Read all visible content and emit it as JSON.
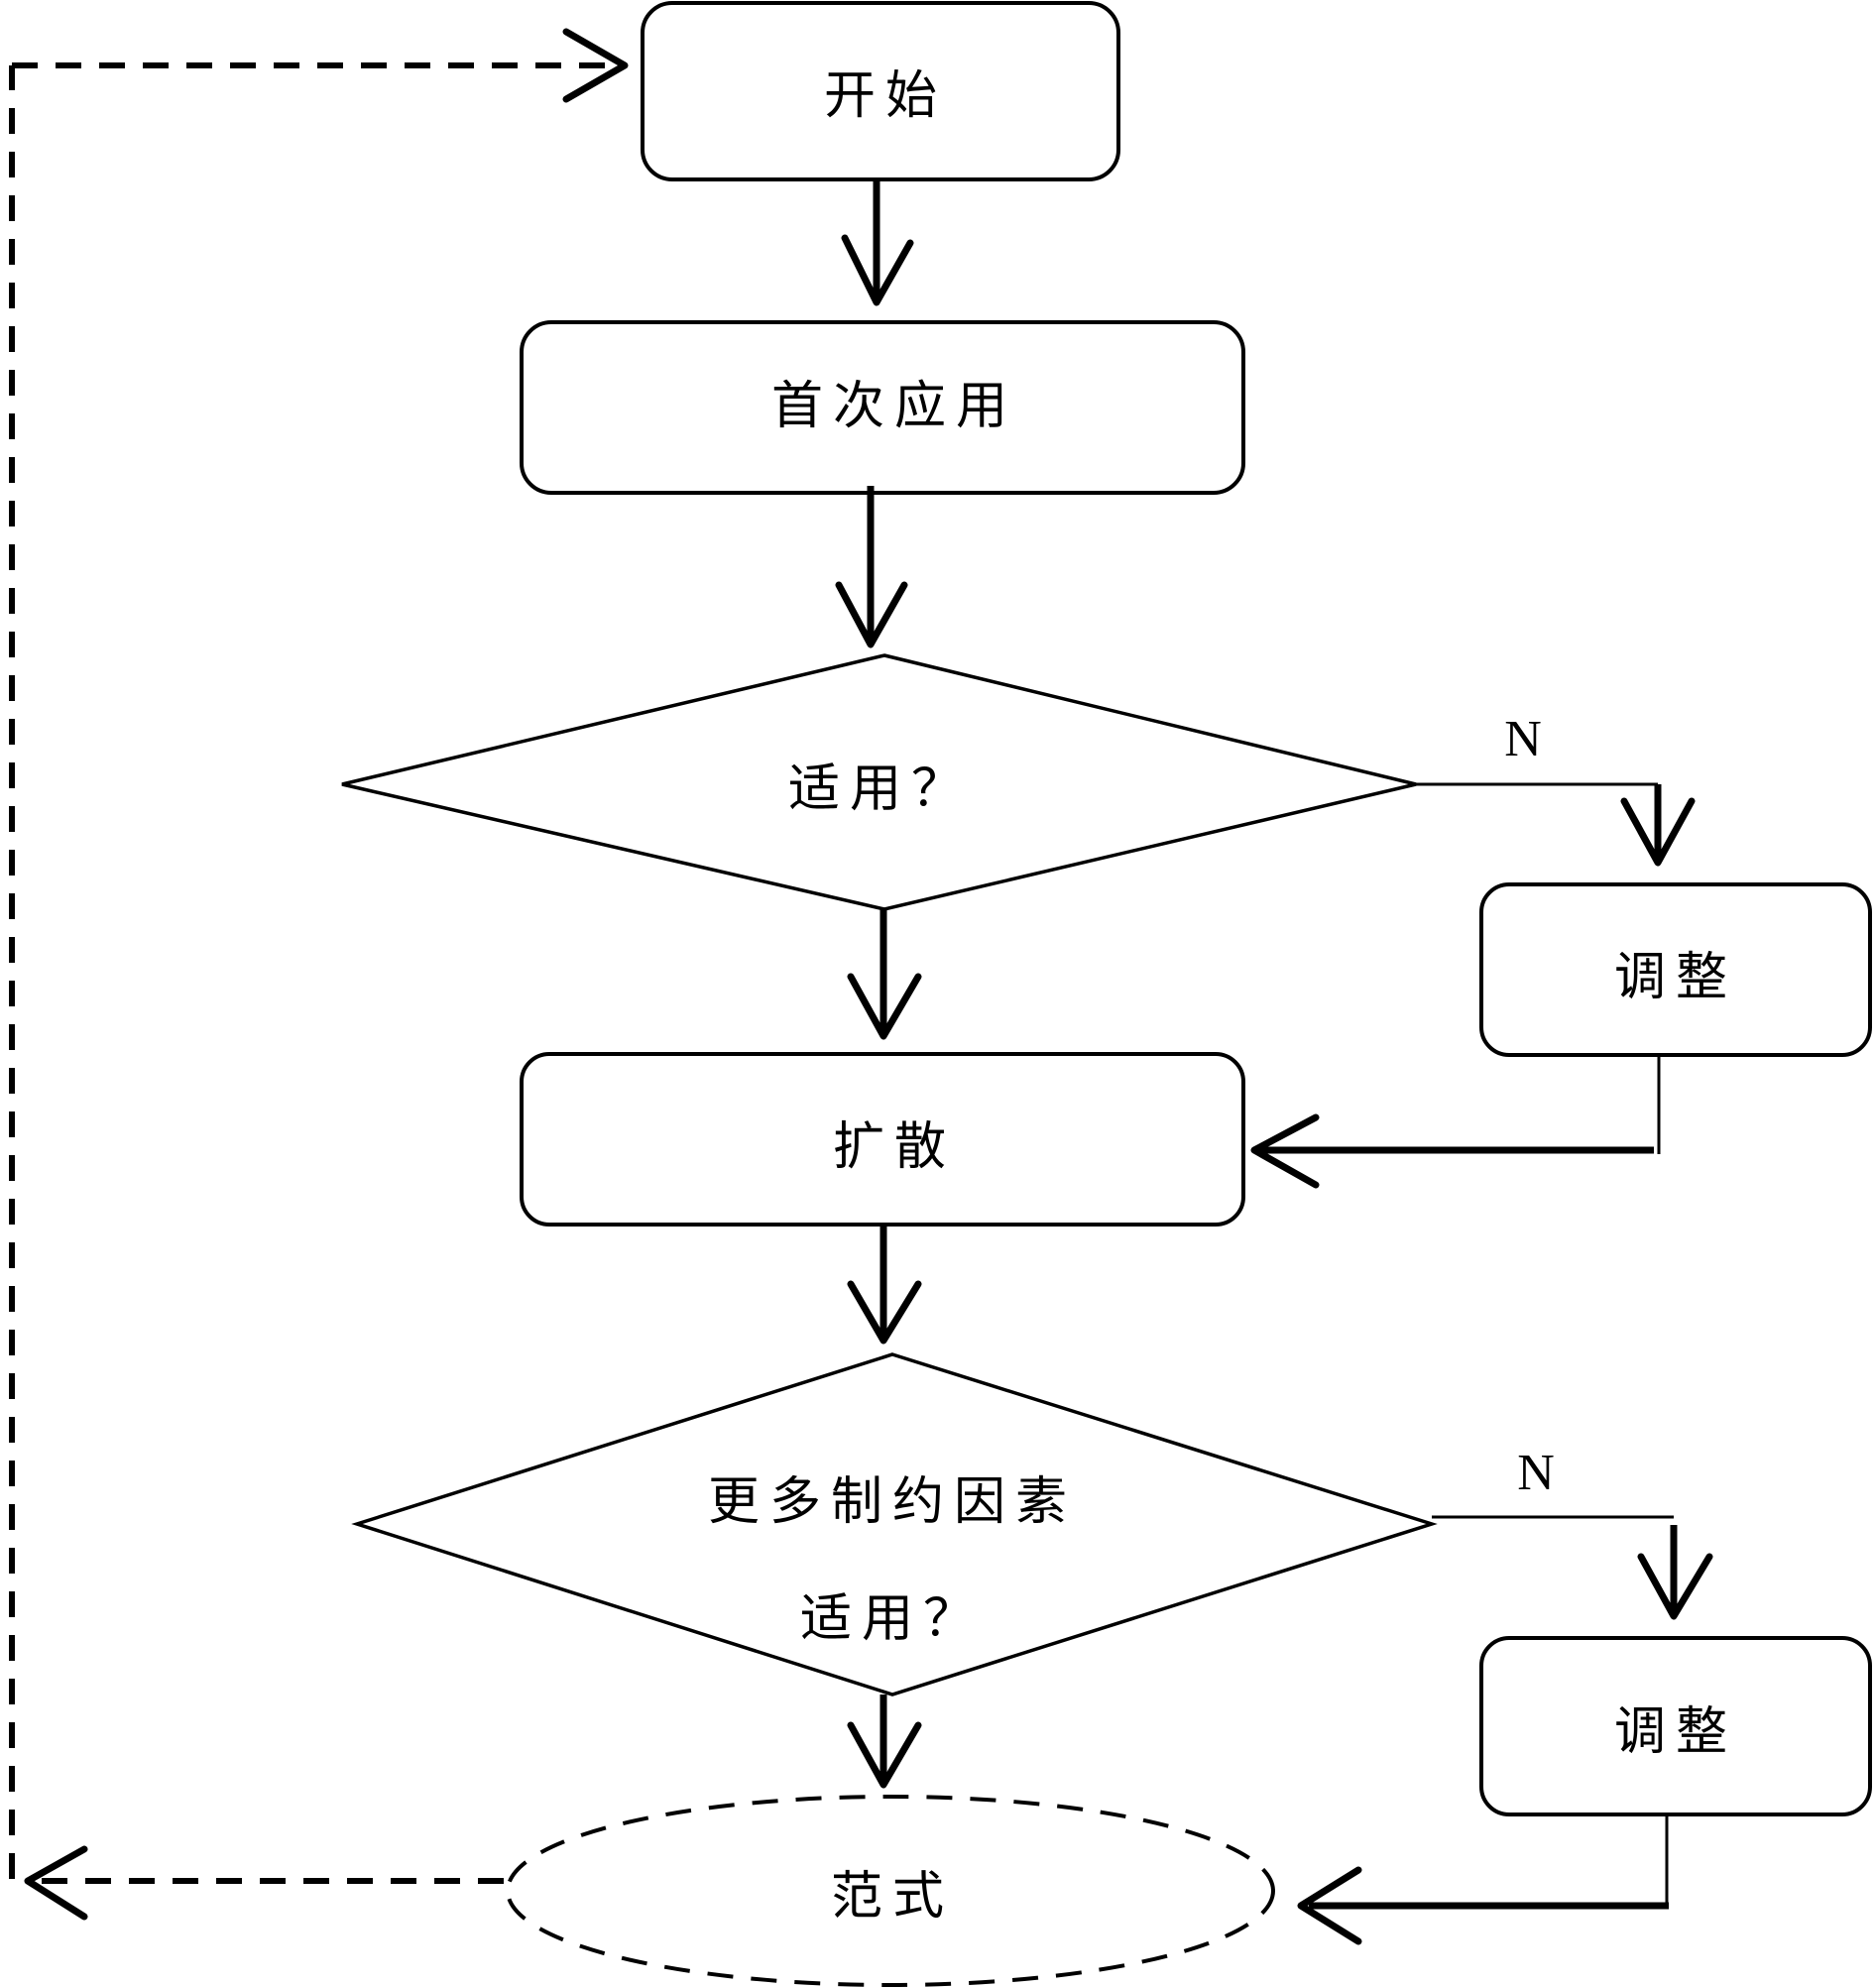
{
  "diagram": {
    "nodes": {
      "start": "开始",
      "first_use": "首次应用",
      "decision1": "适用？",
      "adjust1": "调整",
      "diffusion": "扩散",
      "decision2_line1": "更多制约因素",
      "decision2_line2": "适用？",
      "adjust2": "调整",
      "paradigm": "范式"
    },
    "edge_labels": {
      "no1": "N",
      "no2": "N"
    },
    "colors": {
      "stroke": "#000000",
      "background": "#ffffff"
    }
  }
}
